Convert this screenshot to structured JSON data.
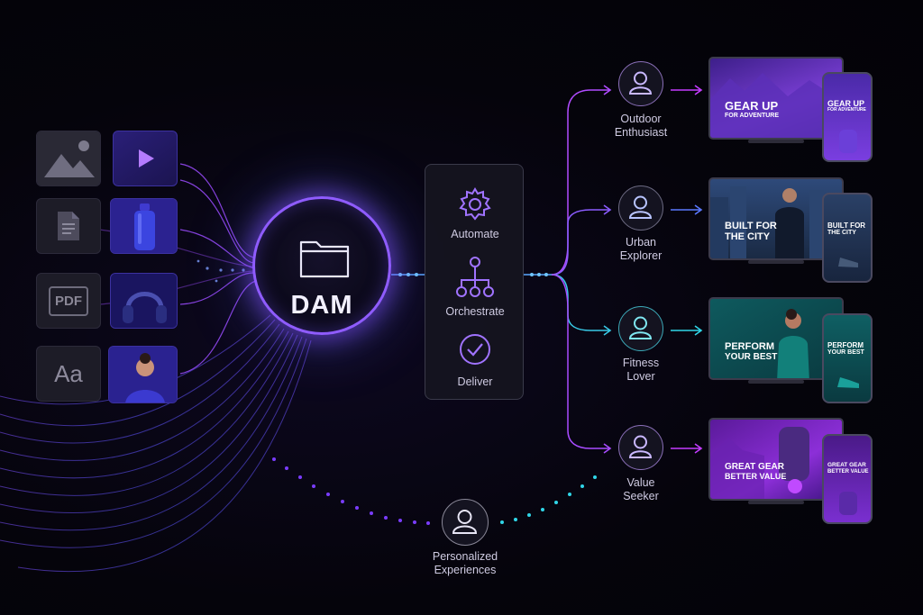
{
  "hub": {
    "label": "DAM"
  },
  "assets": {
    "pdf_label": "PDF",
    "font_label": "Aa"
  },
  "pipeline": {
    "steps": [
      {
        "label": "Automate",
        "icon": "gear-icon"
      },
      {
        "label": "Orchestrate",
        "icon": "hierarchy-icon"
      },
      {
        "label": "Deliver",
        "icon": "check-circle-icon"
      }
    ]
  },
  "personas": [
    {
      "line1": "Outdoor",
      "line2": "Enthusiast",
      "headline1": "GEAR UP",
      "headline2": "FOR ADVENTURE"
    },
    {
      "line1": "Urban",
      "line2": "Explorer",
      "headline1": "BUILT FOR",
      "headline2": "THE CITY"
    },
    {
      "line1": "Fitness",
      "line2": "Lover",
      "headline1": "PERFORM",
      "headline2": "YOUR BEST"
    },
    {
      "line1": "Value",
      "line2": "Seeker",
      "headline1": "GREAT GEAR",
      "headline2": "BETTER VALUE"
    }
  ],
  "outcome": {
    "line1": "Personalized",
    "line2": "Experiences"
  },
  "colors": {
    "purple": "#8f5cff",
    "cyan": "#30d6e8",
    "magenta": "#c33cff",
    "blue": "#4d78ff"
  }
}
